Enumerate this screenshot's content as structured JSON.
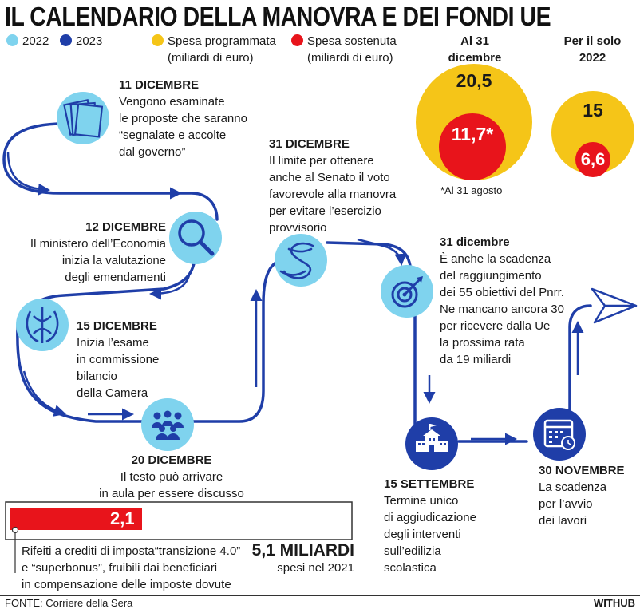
{
  "title": "IL CALENDARIO DELLA MANOVRA E DEI FONDI UE",
  "legend": {
    "y2022": "2022",
    "y2023": "2023",
    "spesa_programmata": "Spesa programmata",
    "spesa_programmata_unit": "(miliardi di euro)",
    "spesa_sostenuta": "Spesa sostenuta",
    "spesa_sostenuta_unit": "(miliardi di euro)",
    "colors": {
      "y2022": "#7fd3ee",
      "y2023": "#1f3ea8",
      "programmata": "#f5c518",
      "sostenuta": "#e8141b"
    }
  },
  "bubbles": {
    "left": {
      "header_line1": "Al 31",
      "header_line2": "dicembre",
      "programmata": "20,5",
      "sostenuta": "11,7*",
      "footnote": "*Al 31 agosto"
    },
    "right": {
      "header_line1": "Per il solo",
      "header_line2": "2022",
      "programmata": "15",
      "sostenuta": "6,6"
    }
  },
  "events": {
    "e11dic": {
      "date": "11 DICEMBRE",
      "lines": [
        "Vengono esaminate",
        "le proposte che saranno",
        "“segnalate e accolte",
        "dal governo”"
      ],
      "icon": "documents-icon"
    },
    "e12dic": {
      "date": "12 DICEMBRE",
      "lines": [
        "Il ministero dell’Economia",
        "inizia la valutazione",
        "degli emendamenti"
      ],
      "icon": "magnifier-icon"
    },
    "e15dic": {
      "date": "15 DICEMBRE",
      "lines": [
        "Inizia l’esame",
        "in commissione",
        "bilancio",
        "della Camera"
      ],
      "icon": "chamber-logo-icon"
    },
    "e20dic": {
      "date": "20 DICEMBRE",
      "lines": [
        "Il testo può arrivare",
        "in aula per essere discusso"
      ],
      "icon": "people-icon"
    },
    "e31dic": {
      "date": "31 DICEMBRE",
      "lines": [
        "Il limite per ottenere",
        "anche al Senato il voto",
        "favorevole alla manovra",
        "per evitare l’esercizio",
        "provvisorio"
      ],
      "icon": "senate-logo-icon"
    },
    "e31dic_pnrr": {
      "date": "31 dicembre",
      "lines": [
        "È anche la scadenza",
        "del raggiungimento",
        "dei 55 obiettivi del Pnrr.",
        "Ne mancano ancora 30",
        "per ricevere dalla Ue",
        "la prossima rata",
        "da 19 miliardi"
      ],
      "icon": "target-icon"
    },
    "e15set": {
      "date": "15 SETTEMBRE",
      "lines": [
        "Termine unico",
        "di aggiudicazione",
        "degli interventi",
        "sull’edilizia",
        "scolastica"
      ],
      "icon": "school-icon"
    },
    "e30nov": {
      "date": "30 NOVEMBRE",
      "lines": [
        "La scadenza",
        "per l’avvio",
        "dei lavori"
      ],
      "icon": "calendar-icon"
    }
  },
  "bar": {
    "value_label": "2,1",
    "value": 2.1,
    "total": 5.1,
    "total_label": "5,1 MILIARDI",
    "total_sub": "spesi nel 2021",
    "note_lines": [
      "Rifeiti a crediti di imposta“transizione 4.0”",
      "e “superbonus”, fruibili dai beneficiari",
      "in compensazione delle imposte dovute"
    ]
  },
  "footer": {
    "source": "FONTE: Corriere della Sera",
    "brand": "WITHUB"
  }
}
